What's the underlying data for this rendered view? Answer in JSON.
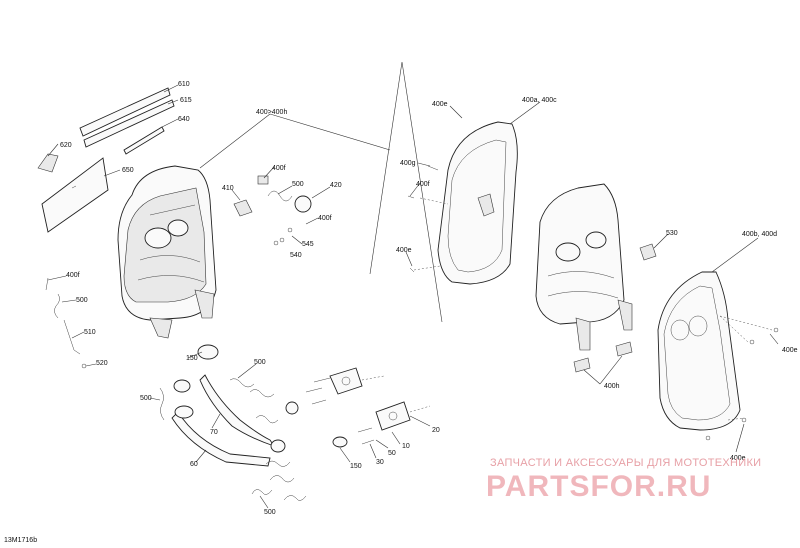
{
  "drawing_id": "13M1716b",
  "callouts": {
    "c610": "610",
    "c615": "615",
    "c640": "640",
    "c620": "620",
    "c650": "650",
    "c400_400h": "400>400h",
    "c400f_a": "400f",
    "c410": "410",
    "c500_a": "500",
    "c420": "420",
    "c400f_b": "400f",
    "c545": "545",
    "c540": "540",
    "c400f_left": "400f",
    "c500_left": "500",
    "c510": "510",
    "c520": "520",
    "c150_a": "150",
    "c500_b": "500",
    "c500_c": "500",
    "c70": "70",
    "c60": "60",
    "c500_bottom": "500",
    "c150_b": "150",
    "c30": "30",
    "c50": "50",
    "c10": "10",
    "c20": "20",
    "c400e_top": "400e",
    "c400a_400c": "400a, 400c",
    "c400g": "400g",
    "c400f_c": "400f",
    "c400e_mid": "400e",
    "c530": "530",
    "c400b_400d": "400b, 400d",
    "c400e_right": "400e",
    "c400h": "400h",
    "c400e_bottom": "400e"
  },
  "watermark": {
    "line1": "ЗАПЧАСТИ И АКСЕССУАРЫ ДЛЯ МОТОТЕХНИКИ",
    "logo": "PARTSFOR.RU"
  }
}
